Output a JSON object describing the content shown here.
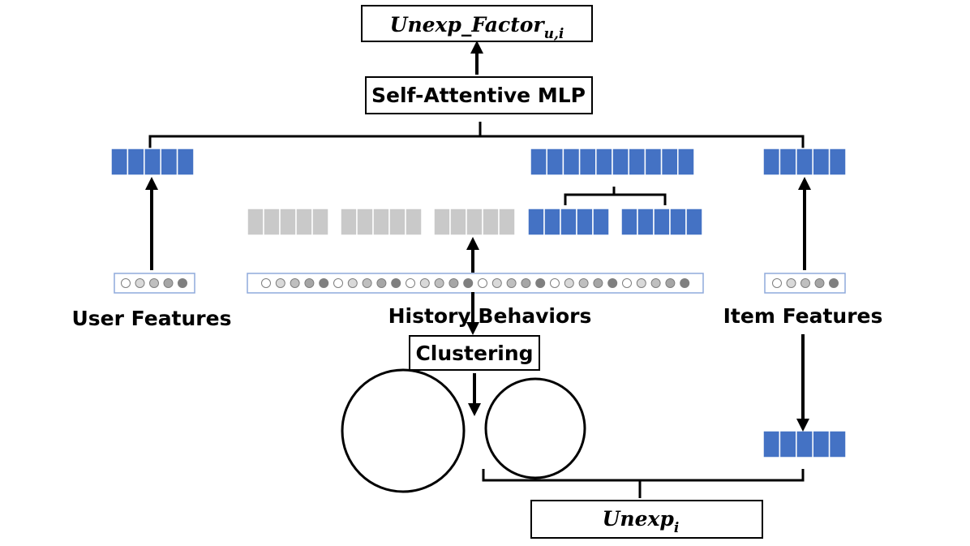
{
  "labels": {
    "output_base": "Unexp_Factor",
    "output_sub": "u,i",
    "mlp": "Self-Attentive MLP",
    "user_features": "User Features",
    "history_behaviors": "History Behaviors",
    "item_features": "Item Features",
    "clustering": "Clustering",
    "unexp_base": "Unexp",
    "unexp_sub": "i"
  },
  "colors": {
    "embedding": "#4472C4",
    "embedding_inactive": "#C9C9C9",
    "feature_box_border": "#8FAADC",
    "circle_levels": [
      "#FFFFFF",
      "#D9D9D9",
      "#BFBFBF",
      "#A6A6A6",
      "#7F7F7F"
    ],
    "line": "#000000"
  }
}
